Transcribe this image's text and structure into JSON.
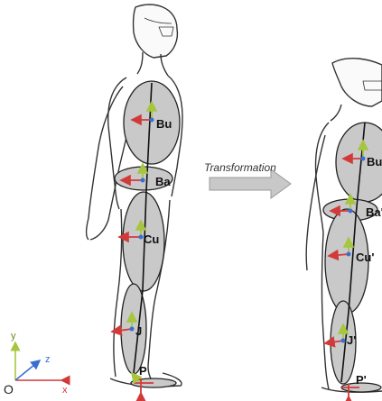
{
  "figure": {
    "segments_left": {
      "trunk": "Bu",
      "pelvis": "Ba",
      "thigh": "Cu",
      "shank": "J",
      "foot": "P"
    },
    "segments_right": {
      "trunk": "Bu'",
      "pelvis": "Ba'",
      "thigh": "Cu'",
      "shank": "J'",
      "foot": "P'"
    },
    "transform_label": "Transformation",
    "axes": {
      "origin": "O",
      "x": "x",
      "y": "y",
      "z": "z"
    },
    "colors": {
      "segment_fill": "#c9c9c9",
      "x_vector": "#d23a3a",
      "y_vector": "#a6c640",
      "z_vector": "#3a6fd2",
      "joint_dot": "#3a6fd2",
      "transform_arrow": "#c8c8c8"
    },
    "icons": [
      "human-figure-sketch",
      "transformation-arrow",
      "xyz-axes-icon"
    ]
  }
}
